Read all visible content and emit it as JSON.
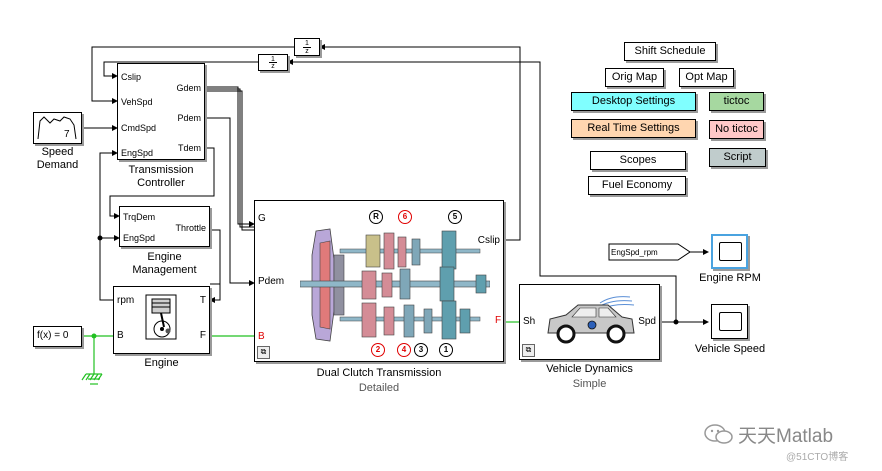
{
  "blocks": {
    "speed_demand": {
      "label_line1": "Speed",
      "label_line2": "Demand",
      "value": "7"
    },
    "transmission_controller": {
      "label_line1": "Transmission",
      "label_line2": "Controller",
      "ports_in": [
        "Cslip",
        "VehSpd",
        "CmdSpd",
        "EngSpd"
      ],
      "ports_out": [
        "Gdem",
        "Pdem",
        "Tdem"
      ]
    },
    "engine_management": {
      "label_line1": "Engine",
      "label_line2": "Management",
      "ports_in": [
        "TrqDem",
        "EngSpd"
      ],
      "ports_out": [
        "Throttle"
      ]
    },
    "engine": {
      "label": "Engine",
      "ports": [
        "rpm",
        "T",
        "B",
        "F"
      ]
    },
    "constant": {
      "expr": "f(x) = 0"
    },
    "dct": {
      "label": "Dual Clutch Transmission",
      "sublabel": "Detailed",
      "ports_in": [
        "G",
        "Pdem",
        "B"
      ],
      "ports_out": [
        "Cslip"
      ],
      "gears_top": [
        "R",
        "6",
        "5"
      ],
      "gears_bottom": [
        "2",
        "4",
        "3",
        "1"
      ]
    },
    "vehicle_dynamics": {
      "label": "Vehicle Dynamics",
      "sublabel": "Simple",
      "port_in_f": "F",
      "port_in": "Sh",
      "port_out": "Spd"
    },
    "goto_tag": {
      "tag": "EngSpd_rpm"
    },
    "engine_rpm_scope": {
      "label": "Engine RPM"
    },
    "vehicle_speed_scope": {
      "label": "Vehicle Speed"
    },
    "unit_delay_top": {
      "num": "1",
      "den": "z"
    },
    "unit_delay_second": {
      "num": "1",
      "den": "z"
    }
  },
  "buttons": {
    "shift_schedule": {
      "label": "Shift Schedule",
      "bg": "#ffffff"
    },
    "orig_map": {
      "label": "Orig Map",
      "bg": "#ffffff"
    },
    "opt_map": {
      "label": "Opt Map",
      "bg": "#ffffff"
    },
    "desktop_settings": {
      "label": "Desktop Settings",
      "bg": "#80ffff"
    },
    "tictoc": {
      "label": "tictoc",
      "bg": "#a6d8a0"
    },
    "real_time_settings": {
      "label": "Real Time Settings",
      "bg": "#ffd6b0"
    },
    "no_tictoc": {
      "label": "No tictoc",
      "bg": "#ffc8c8"
    },
    "scopes": {
      "label": "Scopes",
      "bg": "#ffffff"
    },
    "script": {
      "label": "Script",
      "bg": "#c0cccc"
    },
    "fuel_economy": {
      "label": "Fuel Economy",
      "bg": "#ffffff"
    }
  },
  "watermark": {
    "main": "天天Matlab",
    "sub": "@51CTO博客"
  },
  "colors": {
    "green_line": "#22c022",
    "signal_line": "#000000",
    "red_port": "#e00000",
    "rpm_scope_border": "#4aa3e0"
  }
}
